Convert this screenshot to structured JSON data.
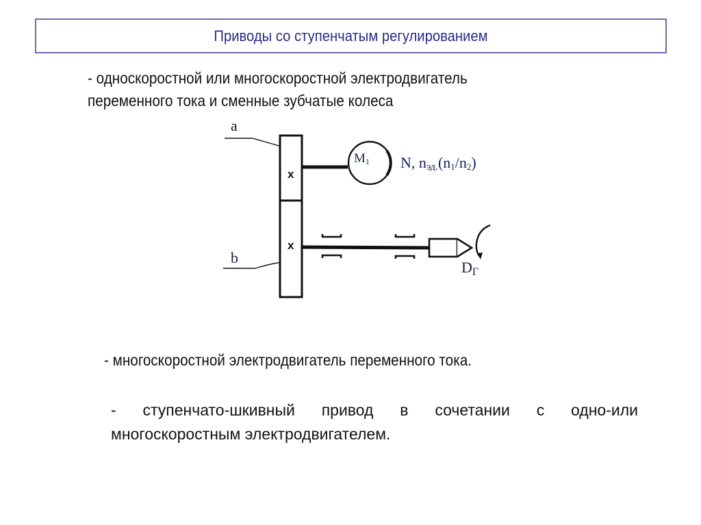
{
  "slide": {
    "title": "Приводы со ступенчатым регулированием",
    "colors": {
      "title_text": "#2a2a8a",
      "title_border": "#6f6aa8",
      "body_text": "#111111",
      "background": "#ffffff"
    },
    "bullets": [
      {
        "lines": [
          "- односкоростной или многоскоростной электродвигатель",
          "переменного тока и сменные зубчатые колеса"
        ]
      },
      {
        "lines": [
          "- многоскоростной электродвигатель переменного тока."
        ]
      },
      {
        "lines": [
          "- ступенчато-шкивный привод в сочетании с одно-или",
          "многоскоростным электродвигателем."
        ]
      }
    ]
  },
  "diagram": {
    "labels": {
      "gear_a": "a",
      "gear_b": "b",
      "motor_main": "M",
      "motor_sub": "1",
      "power_N": "N, n",
      "power_sub": "эд.",
      "ratio_open": "(n",
      "ratio_sub1": "1",
      "ratio_slash": "/n",
      "ratio_sub2": "2",
      "ratio_close": ")",
      "diameter_main": "D",
      "diameter_sub": "Г"
    },
    "icons": {
      "gear_a": "gear-wheel-icon",
      "gear_b": "gear-wheel-icon",
      "motor": "motor-circle-icon",
      "spindle": "spindle-shaft-icon",
      "bearings": "bearing-bracket-icon",
      "tool": "cutting-tool-icon",
      "rotation": "rotation-arrow-icon"
    },
    "line_color": "#111111"
  }
}
